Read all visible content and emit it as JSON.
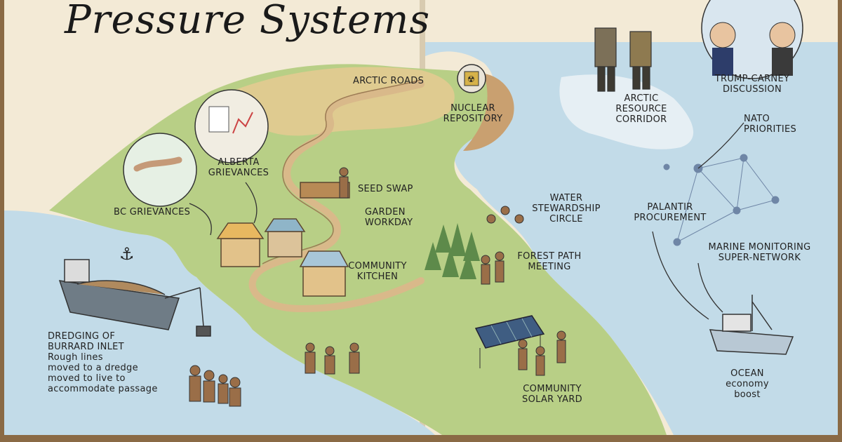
{
  "title": "Pressure Systems",
  "labels": {
    "arctic_roads": "ARCTIC ROADS",
    "nuclear_repository": [
      "NUCLEAR",
      "REPOSITORY"
    ],
    "arctic_resource_corridor": [
      "ARCTIC",
      "RESOURCE",
      "CORRIDOR"
    ],
    "trump_carney": [
      "TRUMP-CARNEY",
      "DISCUSSION"
    ],
    "nato_priorities": [
      "NATO",
      "PRIORITIES"
    ],
    "alberta_grievances": [
      "ALBERTA",
      "GRIEVANCES"
    ],
    "bc_grievances": "BC GRIEVANCES",
    "seed_swap": "SEED SWAP",
    "garden_workday": [
      "GARDEN",
      "WORKDAY"
    ],
    "water_stewardship": [
      "WATER",
      "STEWARDSHIP",
      "CIRCLE"
    ],
    "palantir_procurement": [
      "PALANTIR",
      "PROCUREMENT"
    ],
    "community_kitchen": [
      "COMMUNITY",
      "KITCHEN"
    ],
    "forest_path_meeting": [
      "FOREST PATH",
      "MEETING"
    ],
    "marine_monitoring": [
      "MARINE MONITORING",
      "SUPER-NETWORK"
    ],
    "dredging": [
      "DREDGING OF",
      "BURRARD INLET",
      "Rough lines",
      "moved to a dredge",
      "moved to live to",
      "accommodate passage"
    ],
    "community_solar": [
      "COMMUNITY",
      "SOLAR YARD"
    ],
    "ocean_economy": [
      "OCEAN",
      "economy",
      "boost"
    ]
  },
  "colors": {
    "paper": "#f3ead6",
    "water": "#c2dbe8",
    "land": "#b8cf86",
    "ink": "#222222"
  }
}
